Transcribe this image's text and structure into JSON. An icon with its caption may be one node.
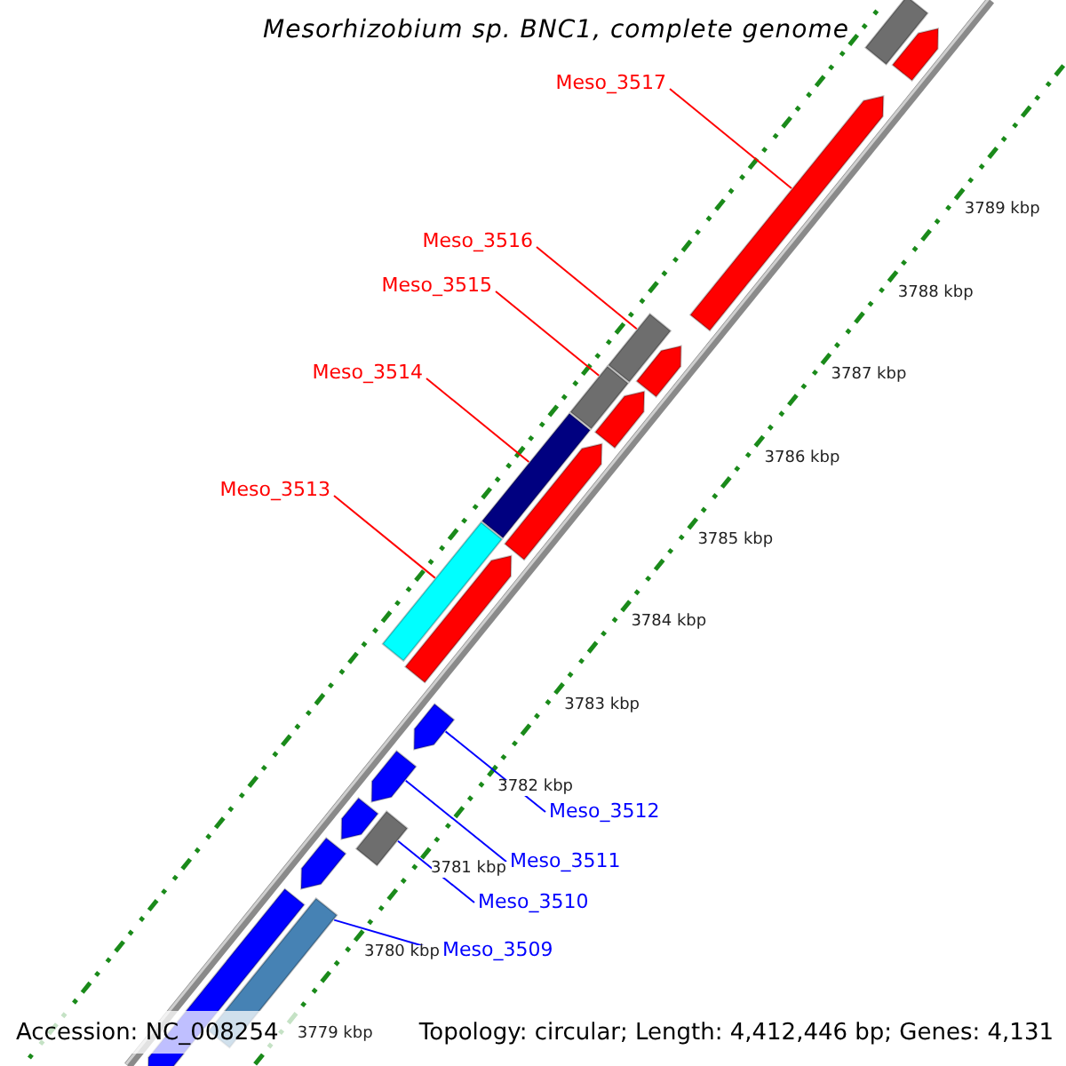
{
  "diagram": {
    "title": "Mesorhizobium sp. BNC1, complete genome",
    "nodes": [
      {
        "text": [
          "Meso_3517"
        ]
      },
      {
        "text": [
          "Meso_3516"
        ]
      },
      {
        "text": [
          "Meso_3515"
        ]
      },
      {
        "text": [
          "Meso_3514"
        ]
      },
      {
        "text": [
          "Meso_3513"
        ]
      },
      {
        "text": [
          "Meso_3512"
        ]
      },
      {
        "text": [
          "Meso_3511"
        ]
      },
      {
        "text": [
          "Meso_3510"
        ]
      },
      {
        "text": [
          "Meso_3509"
        ]
      },
      {
        "text": [],
        "shape": "bar"
      },
      {
        "text": [],
        "shape": "arrow"
      },
      {
        "text": [],
        "shape": "arrow"
      },
      {
        "text": [],
        "shape": "bar"
      },
      {
        "text": [],
        "shape": "arrow"
      },
      {
        "text": [],
        "shape": "bar"
      },
      {
        "text": [],
        "shape": "arrow"
      },
      {
        "text": [],
        "shape": "bar"
      },
      {
        "text": [],
        "shape": "arrow"
      },
      {
        "text": [],
        "shape": "bar"
      },
      {
        "text": [],
        "shape": "arrow"
      },
      {
        "text": [],
        "shape": "arrow"
      },
      {
        "text": [],
        "shape": "arrow"
      },
      {
        "text": [],
        "shape": "bar"
      },
      {
        "text": [],
        "shape": "arrow"
      },
      {
        "text": [],
        "shape": "arrow"
      },
      {
        "text": [],
        "shape": "bar"
      },
      {
        "text": [],
        "shape": "arrow"
      }
    ],
    "edges": [
      {
        "from": 0,
        "to": 11,
        "arrow": "none"
      },
      {
        "from": 1,
        "to": 12,
        "arrow": "none"
      },
      {
        "from": 2,
        "to": 14,
        "arrow": "none"
      },
      {
        "from": 3,
        "to": 16,
        "arrow": "none"
      },
      {
        "from": 4,
        "to": 18,
        "arrow": "none"
      },
      {
        "from": 5,
        "to": 20,
        "arrow": "none",
        "color": "#0000ff"
      },
      {
        "from": 6,
        "to": 21,
        "arrow": "none",
        "color": "#0000ff"
      },
      {
        "from": 7,
        "to": 22,
        "arrow": "none",
        "color": "#0000ff"
      },
      {
        "from": 8,
        "to": 25,
        "arrow": "none",
        "color": "#0000ff"
      }
    ],
    "labels": [
      "3789 kbp",
      "3788 kbp",
      "3787 kbp",
      "3786 kbp",
      "3785 kbp",
      "3784 kbp",
      "3783 kbp",
      "3782 kbp",
      "3781 kbp",
      "3780 kbp",
      "3779 kbp",
      "Accession: NC_008254",
      "Topology: circular; Length: 4,412,446 bp; Genes: 4,131"
    ]
  }
}
